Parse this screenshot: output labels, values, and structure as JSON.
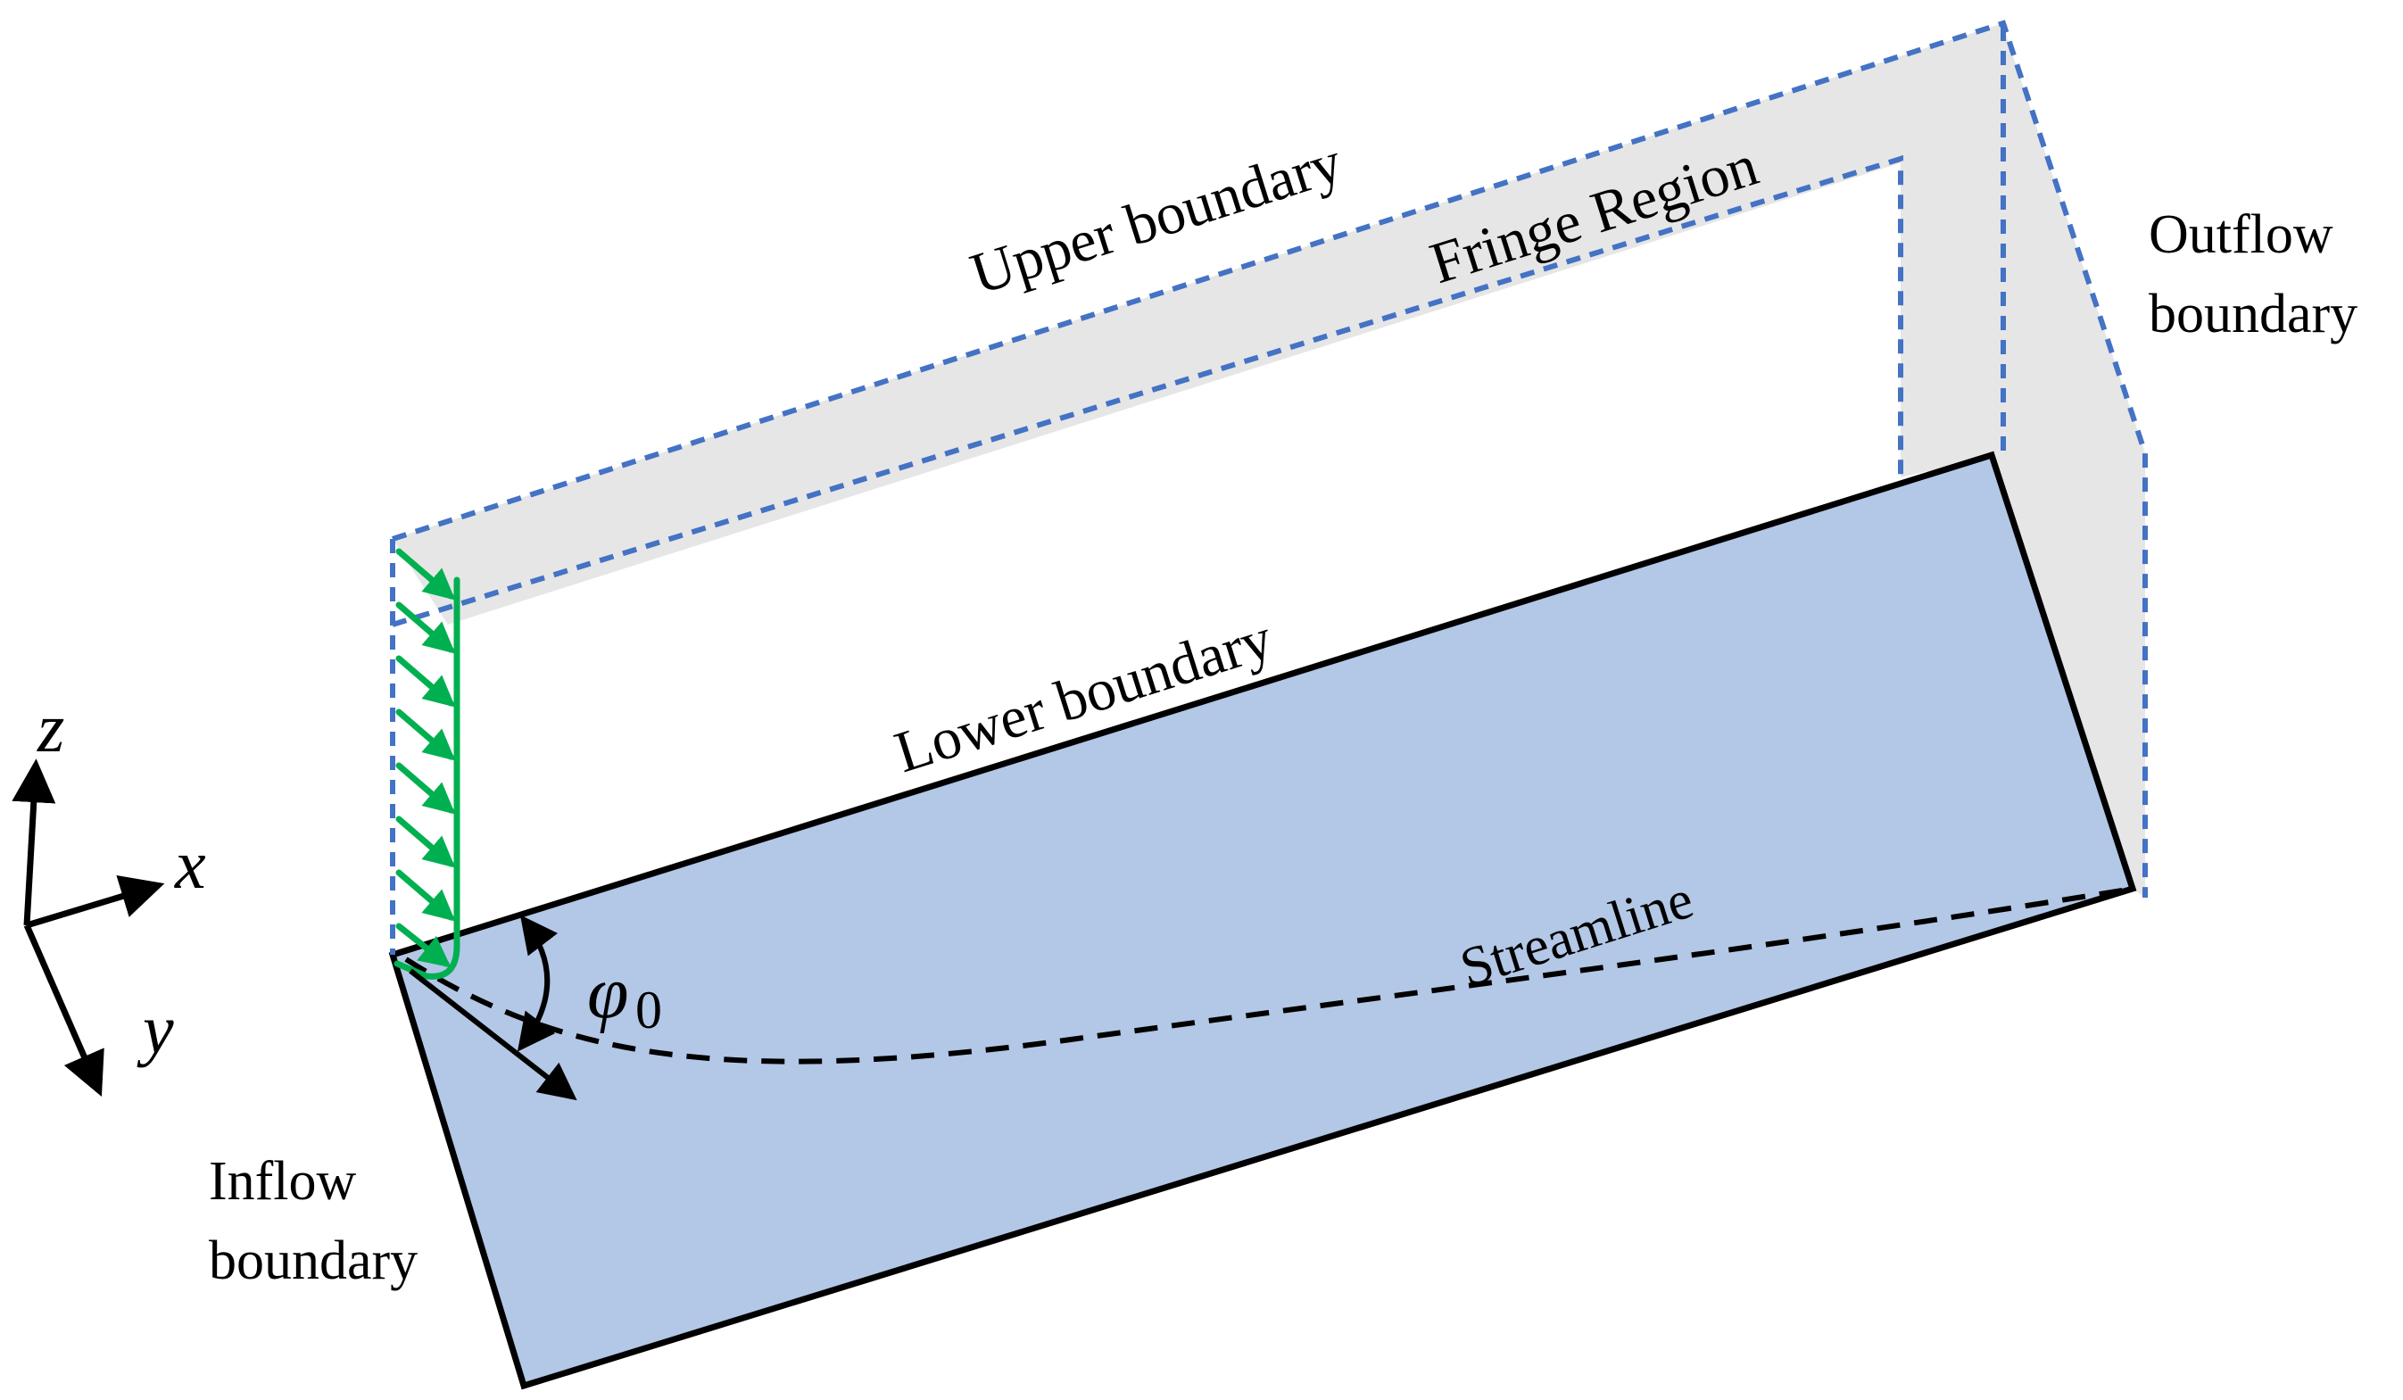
{
  "labels": {
    "upper_boundary": "Upper boundary",
    "fringe_region": "Fringe Region",
    "outflow_line1": "Outflow",
    "outflow_line2": "boundary",
    "lower_boundary": "Lower boundary",
    "streamline": "Streamline",
    "inflow_line1": "Inflow",
    "inflow_line2": "boundary",
    "angle_symbol": "φ",
    "angle_subscript": "0"
  },
  "axes": {
    "x": "x",
    "y": "y",
    "z": "z"
  },
  "colors": {
    "floor_fill": "#b3c7e6",
    "fringe_fill": "#e6e6e6",
    "dashed_boundary": "#4472c4",
    "profile_green": "#00b050",
    "outline": "#000000"
  }
}
